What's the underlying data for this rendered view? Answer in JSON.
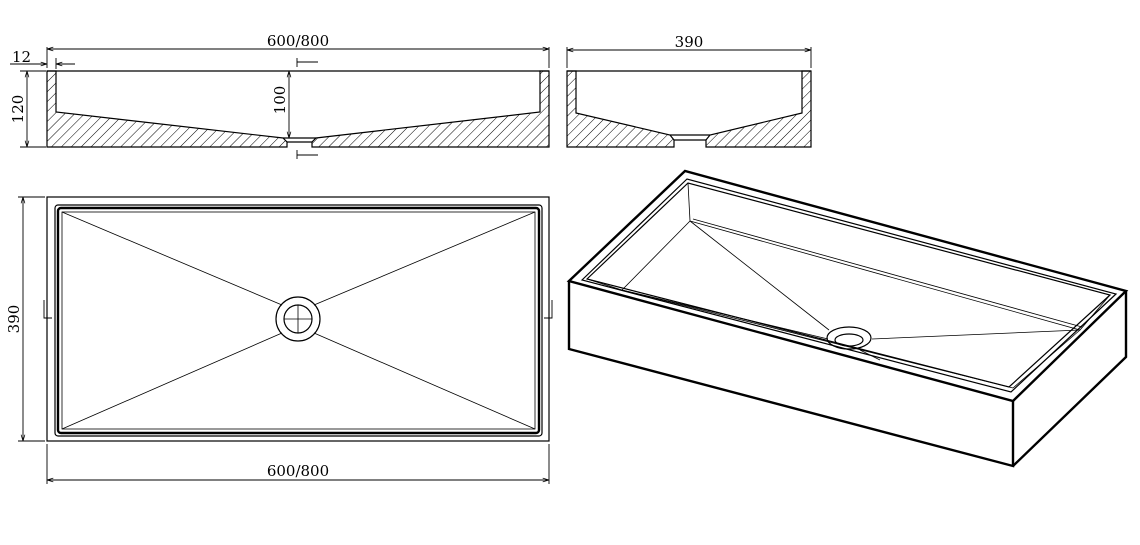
{
  "dimensions": {
    "length_front": "600/800",
    "rim_thickness": "12",
    "overall_height": "120",
    "inner_depth": "100",
    "width_side": "390",
    "width_top": "390",
    "length_top": "600/800"
  },
  "colors": {
    "line": "#000000",
    "background": "#ffffff"
  }
}
